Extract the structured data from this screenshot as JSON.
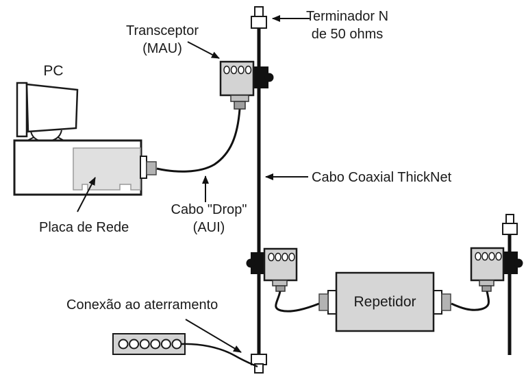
{
  "diagram": {
    "type": "network-topology-diagram",
    "language": "pt-BR",
    "labels": {
      "pc": "PC",
      "transceiver": {
        "line1": "Transceptor",
        "line2": "(MAU)"
      },
      "terminator": {
        "line1": "Terminador N",
        "line2": "de 50 ohms"
      },
      "coax_cable": "Cabo Coaxial ThickNet",
      "drop_cable": {
        "line1": "Cabo \"Drop\"",
        "line2": "(AUI)"
      },
      "network_card": "Placa de Rede",
      "ground_connection": "Conexão ao aterramento",
      "repeater": "Repetidor"
    },
    "colors": {
      "background": "#ffffff",
      "outline": "#1a1a1a",
      "cable": "#111111",
      "box_fill": "#d3d3d3",
      "card_fill": "#e0e0e0",
      "plug_fill": "#b3b3b3",
      "clamp_fill": "#111111",
      "text": "#1a1a1a"
    }
  }
}
